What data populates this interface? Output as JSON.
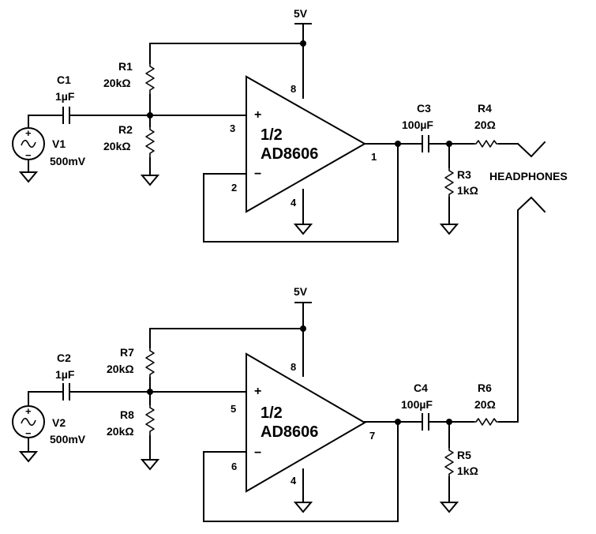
{
  "supply": {
    "top": "5V",
    "bottom": "5V"
  },
  "channel1": {
    "source": {
      "name": "V1",
      "value": "500mV"
    },
    "cap_in": {
      "name": "C1",
      "value": "1µF"
    },
    "r_top": {
      "name": "R1",
      "value": "20kΩ"
    },
    "r_bot": {
      "name": "R2",
      "value": "20kΩ"
    },
    "opamp": {
      "line1": "1/2",
      "line2": "AD8606",
      "plus": "+",
      "minus": "−"
    },
    "pins": {
      "noninv": "3",
      "inv": "2",
      "out": "1",
      "vpos": "8",
      "vneg": "4"
    },
    "cap_out": {
      "name": "C3",
      "value": "100µF"
    },
    "r_series": {
      "name": "R4",
      "value": "20Ω"
    },
    "r_load": {
      "name": "R3",
      "value": "1kΩ"
    }
  },
  "channel2": {
    "source": {
      "name": "V2",
      "value": "500mV"
    },
    "cap_in": {
      "name": "C2",
      "value": "1µF"
    },
    "r_top": {
      "name": "R7",
      "value": "20kΩ"
    },
    "r_bot": {
      "name": "R8",
      "value": "20kΩ"
    },
    "opamp": {
      "line1": "1/2",
      "line2": "AD8606",
      "plus": "+",
      "minus": "−"
    },
    "pins": {
      "noninv": "5",
      "inv": "6",
      "out": "7",
      "vpos": "8",
      "vneg": "4"
    },
    "cap_out": {
      "name": "C4",
      "value": "100µF"
    },
    "r_series": {
      "name": "R6",
      "value": "20Ω"
    },
    "r_load": {
      "name": "R5",
      "value": "1kΩ"
    }
  },
  "headphones": {
    "label": "HEADPHONES"
  },
  "source_symbols": {
    "plus": "+",
    "minus": "−"
  }
}
